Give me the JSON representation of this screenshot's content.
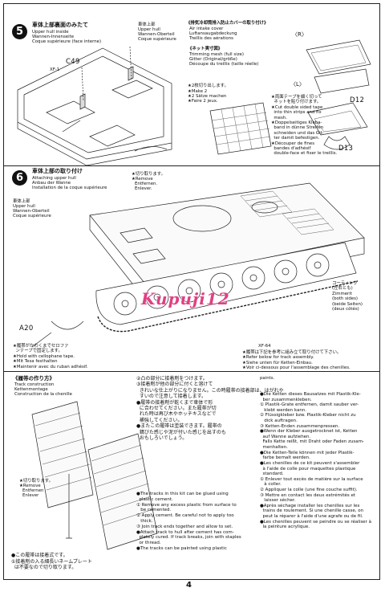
{
  "step5": {
    "number": "5",
    "title_jp": "車体上部裏面のみたて",
    "title_en": "Upper hull inside",
    "title_de": "Wannen-Innenseite",
    "title_fr": "Coque supérieure (face interne)",
    "part_c49": "C49",
    "part_xf1": "XF-1",
    "hull_label_jp": "車体上部",
    "hull_label_en": "Upper hull",
    "hull_label_de": "Wannen-Oberteil",
    "hull_label_fr": "Coque supérieure",
    "cover_title_jp": "《排気冷却筒排入防止カバーの取り付け》",
    "cover_title_en": "Air intake cover",
    "cover_title_de": "Luftansaugabdeckung",
    "cover_title_fr": "Treillis des aérations",
    "mesh_title_jp": "《ネット実寸図》",
    "mesh_title_en": "Trimming mesh (full size)",
    "mesh_title_de": "Gitter (Original/größe)",
    "mesh_title_fr": "Découpe du treillis (taille réelle)",
    "make2_jp": "★2枚切り出します。",
    "make2_en": "★Make 2",
    "make2_de": "★2 Sätze machen",
    "make2_fr": "★Faire 2 jeux.",
    "tape_note": "★両面テープを細く切って\n  ネットを貼り付けます。\n★Cut double sided tape\n  into thin strips and fix\n  mesh.\n★Doppelseitiges Kleba-\n  band in dünne Streifen\n  schneiden und das Git-\n  ter damit befestigen.\n★Découper de fines\n  bandes d'adhésif\n  double-face et fixer le treillis.",
    "label_r": "〈R〉",
    "label_l": "〈L〉",
    "part_d12": "D12",
    "part_d13": "D13"
  },
  "step6": {
    "number": "6",
    "title_jp": "車体上部の取り付け",
    "title_en": "Attaching upper hull",
    "title_de": "Anbau der Wanne",
    "title_fr": "Installation de la coque supérieure",
    "hull_label_jp": "車体上部",
    "hull_label_en": "Upper hull",
    "hull_label_de": "Wannen-Oberteil",
    "hull_label_fr": "Coque supérieure",
    "remove_jp": "★切り取ります。",
    "remove_en": "★Remove",
    "remove_de": "Entfernen.",
    "remove_fr": "Enlever.",
    "zimmerit_jp": "コーティング\n(左右とも)",
    "zimmerit_en": "Zimmerit\n(both sides)\n(beide Seiten)\n(deux côtés)",
    "part_a20": "A20",
    "part_xf64": "XF-64",
    "hold_note_jp": "★履帯がかわくまでセロファ\n  ンテープで固定します。",
    "hold_note_en": "★Hold with cellophane tape.\n★Mit Tesa festhalten\n★Maintenir avec du ruban adhésif.",
    "track_ref": "★履帯は下記を参考に組み立て取り付けて下さい。\n★Refer below for track assembly.\n★Siehe unten für Ketten-Einbau.\n★Voir ci-dessous pour l'assemblage des chenilles."
  },
  "track": {
    "title_jp": "《履帯の作り方》",
    "title_en": "Track construction",
    "title_de": "Kettenmontage",
    "title_fr": "Construction de la chenille",
    "remove_jp": "★切り取ります。",
    "remove_en": "★Remove",
    "remove_de": "Entfernen",
    "remove_fr": "Enlever",
    "bottom_note": "●この履帯は接着式です。\n①接着剤の入る細長いネームプレート\n  は不要なので切り取ります。",
    "jp_body": "②凸の部分に接着剤をつけます。\n③接着剤が他の部分に付くと溶けて\n  きれいな仕上がりになりません。この時履帯の接着部は、はがれや\n  すいので注意して接着します。\n●履帯の接着剤が乾くまで車体で形\n  に合わせてください。また履帯が切\n  れた時は再び木やホッチキスなどで\n  補強してください。\n●またこの履帯は塗装できます。履帯の\n  錆びた感じや泥が付いた感じを出すのも\n  おもしろいでしょう。",
    "en_body": "●The tracks in this kit can be glued using\n  plastic cement.\n① Remove any excess plastic from surface to\n   be cemented.\n② Apply cement. Be careful not to apply too\n   thick.\n③ Join track ends together and allow to set.\n●Attach track to hull after cement has com-\n  pletely cured. If track breaks, join with staples\n  or thread.\n●The tracks can be painted using plastic",
    "en_tail": "paints.",
    "de_body": "●Die Ketten dieses Bausatzes mit Plastik-Kle-\n  ber zusammenkleben.\n① Plastik-Grate entfernen, damit sauber ver-\n   klebt werden kann.\n② Flüssigkleber bzw. Plastik-Kleber nicht zu\n   dick auftragen.\n③ Ketten-Enden zusammenpressen.\n●Wenn der Kleber ausgetrocknet ist, Ketten\n  auf Wanne aufziehen.\n  Falls Kette reißt, mit Draht oder Faden zusam-\n  menhalten.\n●Die Ketten-Teile können mit jeder Plastik-\n  farbe bemalt werden.",
    "fr_body": "●Les chenilles de ce kit peuvent s'assembler\n  à l'aide de colle pour maquettes plastique\n  standard.\n① Enlever tout excès de matière sur la surface\n   à coller.\n② Appliquer la colle (une fine couche suffit).\n③ Mettre en contact les deux extrémités et\n   laisser sécher.\n●Après séchage installer les chenilles sur les\n  trains de roulement. Si une chenille casse, on\n  peut la réparer à l'aide d'une agrafe ou de fil.\n●Les chenilles peuvent se peindre ou se réaliser à\n  la peinture acrylique."
  },
  "watermark": "Kupuji12",
  "page_number": "4"
}
